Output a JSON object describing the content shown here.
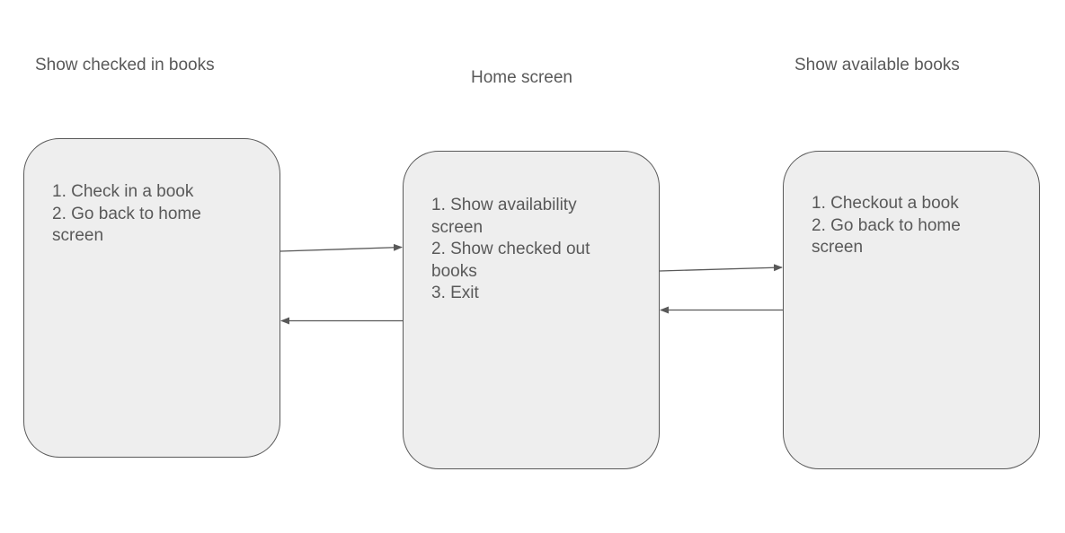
{
  "colors": {
    "box_fill": "#eeeeee",
    "stroke": "#595959",
    "text": "#595959",
    "background": "#ffffff"
  },
  "screens": {
    "checked_in": {
      "title": "Show checked in books",
      "items": [
        "1. Check in a book",
        "2. Go back to home",
        "screen"
      ]
    },
    "home": {
      "title": "Home screen",
      "items": [
        "1. Show availability",
        "screen",
        "2. Show checked out",
        "books",
        "3. Exit"
      ]
    },
    "available": {
      "title": "Show available books",
      "items": [
        "1. Checkout a book",
        "2. Go back to home",
        "screen"
      ]
    }
  },
  "connections": [
    {
      "from": "checked_in",
      "to": "home"
    },
    {
      "from": "home",
      "to": "checked_in"
    },
    {
      "from": "home",
      "to": "available"
    },
    {
      "from": "available",
      "to": "home"
    }
  ]
}
